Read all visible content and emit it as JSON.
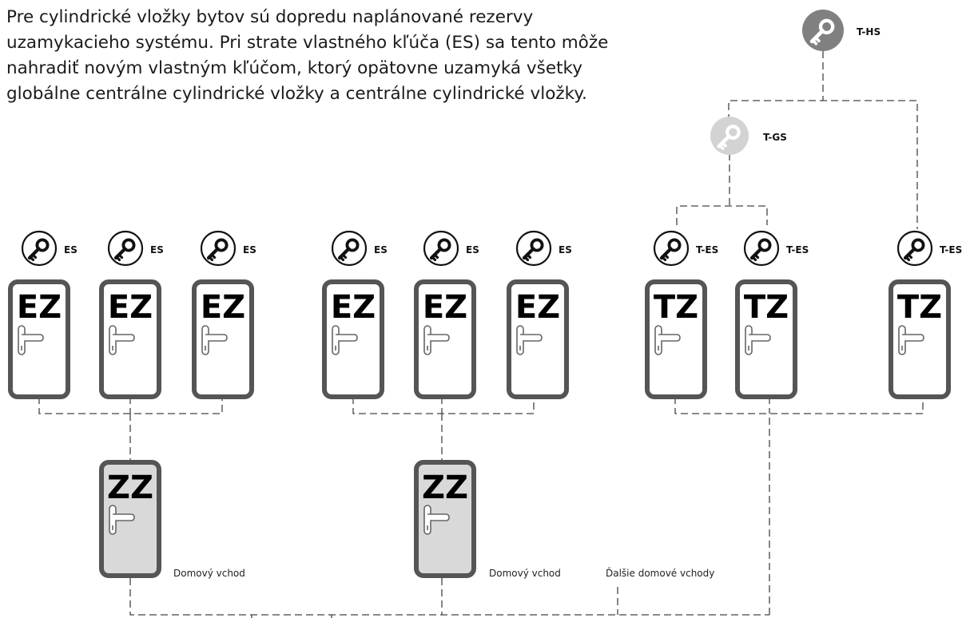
{
  "description": "Pre cylindrické vložky bytov sú dopredu naplánované rezervy uzamykacieho systému. Pri strate vlastného kľúča (ES) sa tento môže nahradiť novým vlastným kľúčom, ktorý opätovne uzamyká všetky globálne centrálne cylindrické vložky a centrálne cylindrické vložky.",
  "keys": {
    "hs": {
      "label": "T-HS"
    },
    "gs": {
      "label": "T-GS"
    },
    "es": [
      {
        "label": "ES"
      },
      {
        "label": "ES"
      },
      {
        "label": "ES"
      },
      {
        "label": "ES"
      },
      {
        "label": "ES"
      },
      {
        "label": "ES"
      },
      {
        "label": "T-ES"
      },
      {
        "label": "T-ES"
      },
      {
        "label": "T-ES"
      }
    ]
  },
  "doors": [
    {
      "label": "EZ"
    },
    {
      "label": "EZ"
    },
    {
      "label": "EZ"
    },
    {
      "label": "EZ"
    },
    {
      "label": "EZ"
    },
    {
      "label": "EZ"
    },
    {
      "label": "TZ"
    },
    {
      "label": "TZ"
    },
    {
      "label": "TZ"
    }
  ],
  "entrances": [
    {
      "label": "ZZ",
      "caption": "Domový vchod"
    },
    {
      "label": "ZZ",
      "caption": "Domový vchod"
    }
  ],
  "other_entrances": "Ďalšie domové vchody",
  "colors": {
    "door_border": "#555555",
    "entrance_fill": "#d9d9d9",
    "hs_key": "#808080",
    "gs_key": "#d3d3d3",
    "line": "#444444"
  }
}
